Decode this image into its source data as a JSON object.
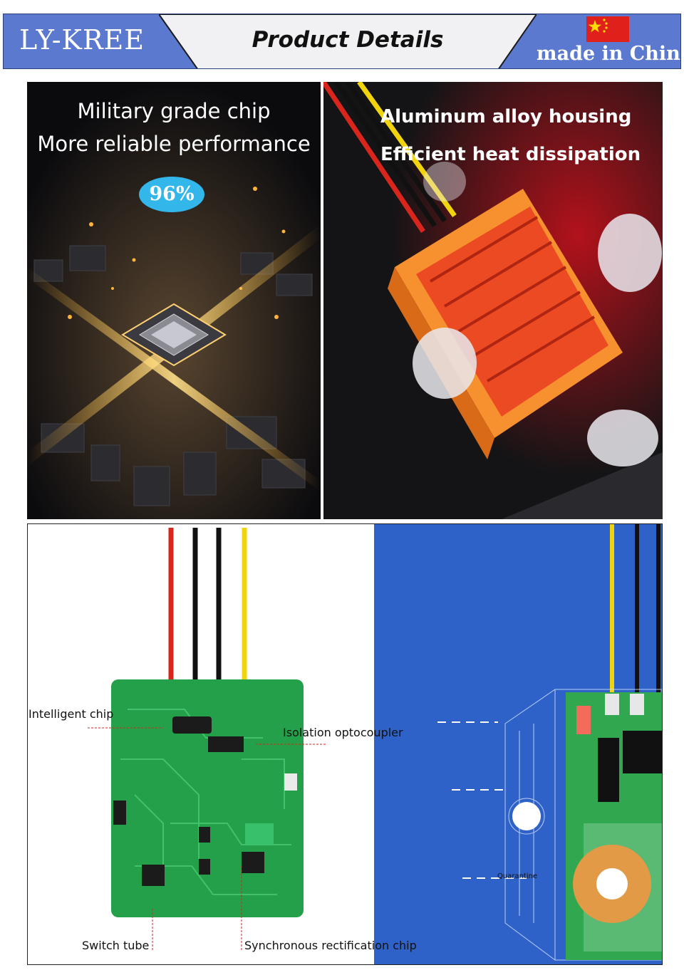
{
  "header": {
    "brand": "LY-KREE",
    "title": "Product Details",
    "origin": "made in China",
    "flag_icon": "china-flag-icon"
  },
  "panels": {
    "chip": {
      "line1": "Military grade chip",
      "line2": "More reliable performance",
      "badge": "96%"
    },
    "housing": {
      "line1": "Aluminum alloy housing",
      "line2": "Efficient heat dissipation"
    },
    "pcb": {
      "labels": {
        "intelligent_chip": "Intelligent chip",
        "isolation_optocoupler": "Isolation optocoupler",
        "switch_tube": "Switch tube",
        "sync_rect_chip": "Synchronous rectification chip",
        "quarantine": "Quarantine"
      }
    }
  },
  "colors": {
    "banner": "#5a79cf",
    "badge": "#33b7ea",
    "pcb_green": "#25a04a",
    "housing_orange": "#f7902e",
    "wire_red": "#d9261c",
    "wire_yellow": "#f2d40a",
    "right_blue": "#2f62c9"
  }
}
